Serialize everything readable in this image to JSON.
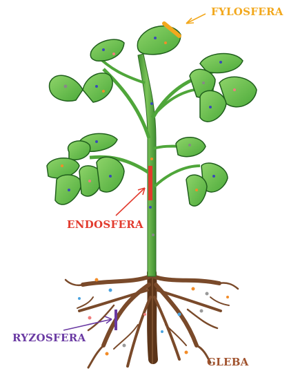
{
  "labels": {
    "fylosfera": "FYLOSFERA",
    "endosfera": "ENDOSFERA",
    "ryzosfera": "RYZOSFERA",
    "gleba": "GLEBA"
  },
  "colors": {
    "fylosfera": "#f2a81d",
    "endosfera": "#e23b2e",
    "ryzosfera": "#6a3aa3",
    "gleba": "#a0522d",
    "leaf": "#6cc24a",
    "leaf_dark": "#2e7a2a",
    "stem": "#4fa63a",
    "root": "#7a4a2a"
  }
}
